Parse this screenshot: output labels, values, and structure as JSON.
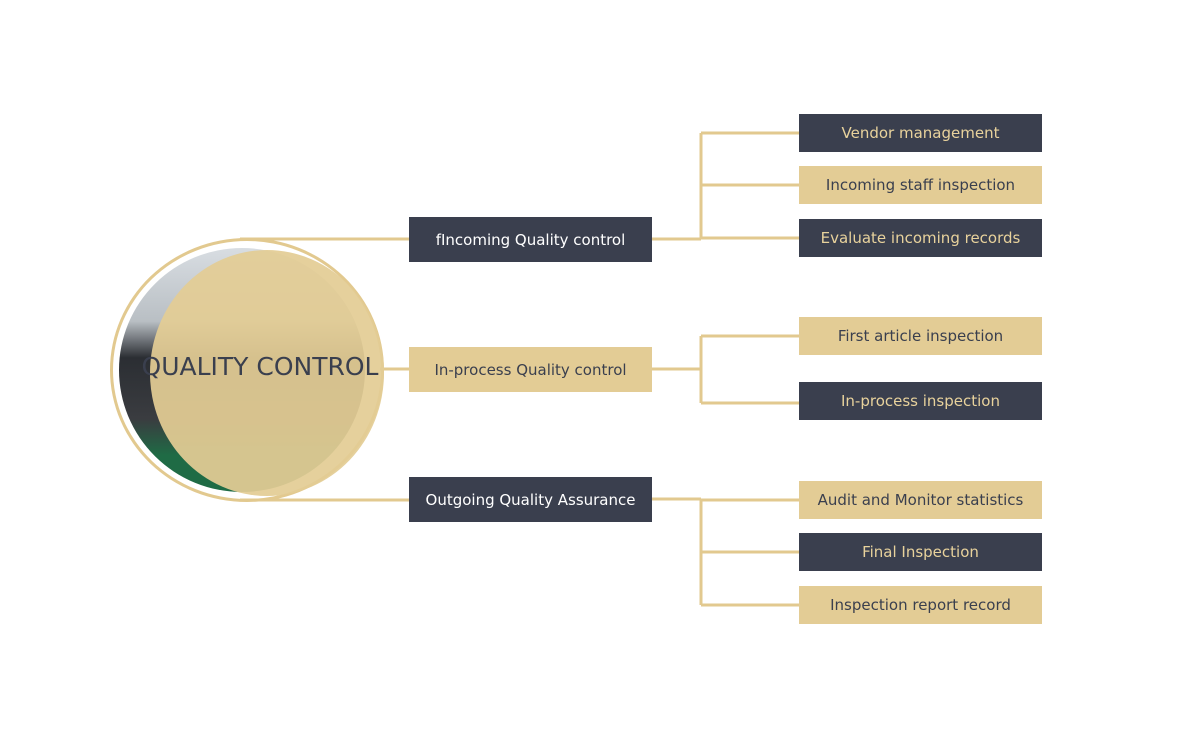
{
  "center": {
    "title": "QUALITY CONTROL"
  },
  "colors": {
    "dark": "#3a3f4e",
    "gold": "#e3cc95",
    "line": "#e2c98f"
  },
  "branches": [
    {
      "label": "fIncoming Quality control",
      "style": "dark",
      "children": [
        {
          "label": "Vendor management",
          "style": "dark"
        },
        {
          "label": "Incoming staff inspection",
          "style": "gold"
        },
        {
          "label": "Evaluate incoming records",
          "style": "dark"
        }
      ]
    },
    {
      "label": "In-process Quality control",
      "style": "gold",
      "children": [
        {
          "label": "First article inspection",
          "style": "gold"
        },
        {
          "label": "In-process inspection",
          "style": "dark"
        }
      ]
    },
    {
      "label": "Outgoing Quality Assurance",
      "style": "dark",
      "children": [
        {
          "label": "Audit and Monitor statistics",
          "style": "gold"
        },
        {
          "label": "Final Inspection",
          "style": "dark"
        },
        {
          "label": "Inspection report record",
          "style": "gold"
        }
      ]
    }
  ]
}
